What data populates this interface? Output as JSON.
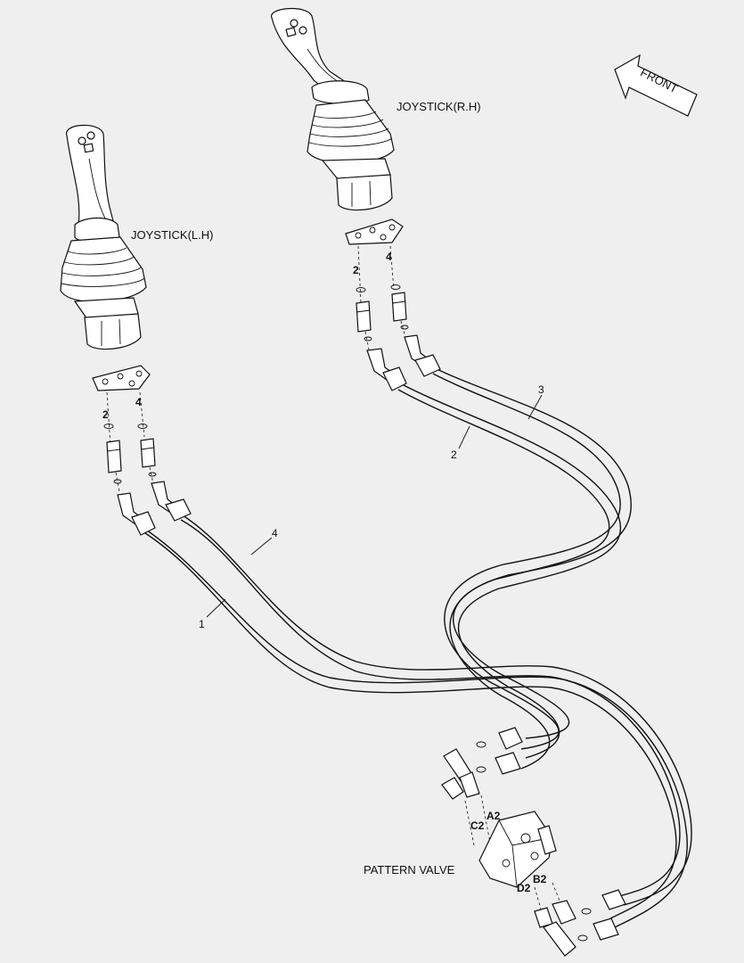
{
  "labels": {
    "joystick_rh": "JOYSTICK(R.H)",
    "joystick_lh": "JOYSTICK(L.H)",
    "front": "FRONT",
    "pattern_valve": "PATTERN VALVE"
  },
  "ports": {
    "lh_2": "2",
    "lh_4": "4",
    "rh_2": "2",
    "rh_4": "4",
    "a2": "A2",
    "c2": "C2",
    "b2": "B2",
    "d2": "D2"
  },
  "callouts": {
    "hose_1": "1",
    "hose_2": "2",
    "hose_3": "3",
    "hose_4": "4"
  }
}
